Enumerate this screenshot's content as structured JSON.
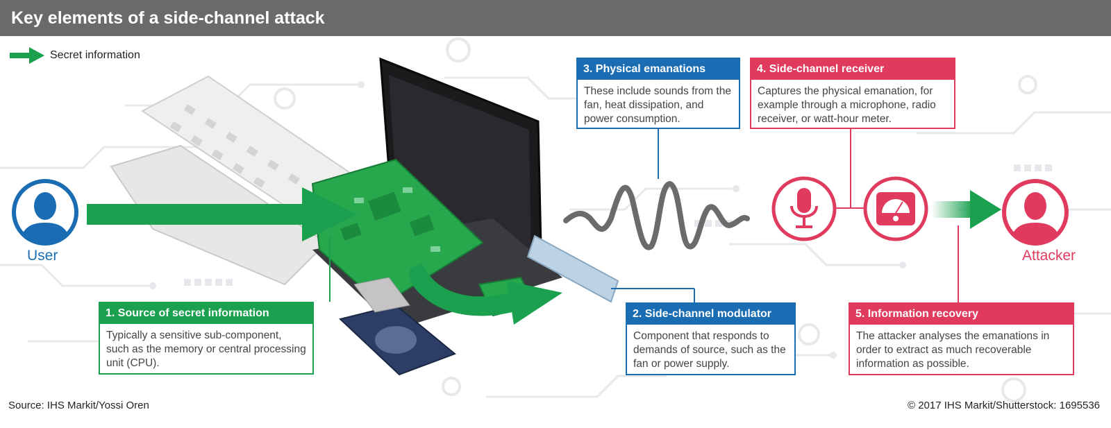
{
  "title": "Key elements of a side-channel attack",
  "legend": {
    "label": "Secret information",
    "color": "#1aa04f"
  },
  "actors": {
    "user": "User",
    "attacker": "Attacker"
  },
  "boxes": {
    "source": {
      "title": "1. Source of secret information",
      "body": "Typically a sensitive sub-component, such as the memory or central processing unit (CPU).",
      "color": "#1aa04f"
    },
    "modulator": {
      "title": "2. Side-channel modulator",
      "body": "Component that responds to demands of source, such as the fan or power supply.",
      "color": "#1a6db3"
    },
    "emanations": {
      "title": "3. Physical emanations",
      "body": "These include sounds from the fan, heat dissipation, and power consumption.",
      "color": "#1a6db3"
    },
    "receiver": {
      "title": "4. Side-channel receiver",
      "body": "Captures the physical emanation, for example through a microphone, radio receiver, or watt-hour meter.",
      "color": "#e03b5e"
    },
    "recovery": {
      "title": "5. Information recovery",
      "body": "The attacker analyses the emanations in order to extract as much recoverable information as possible.",
      "color": "#e03b5e"
    }
  },
  "icons": {
    "user": "user-icon",
    "attacker": "attacker-icon",
    "microphone": "microphone-icon",
    "meter": "watt-meter-icon",
    "wave": "sound-wave-icon",
    "laptop": "laptop-illustration"
  },
  "footer": {
    "source": "Source: IHS Markit/Yossi Oren",
    "credit": "© 2017 IHS Markit/Shutterstock: 1695536"
  }
}
